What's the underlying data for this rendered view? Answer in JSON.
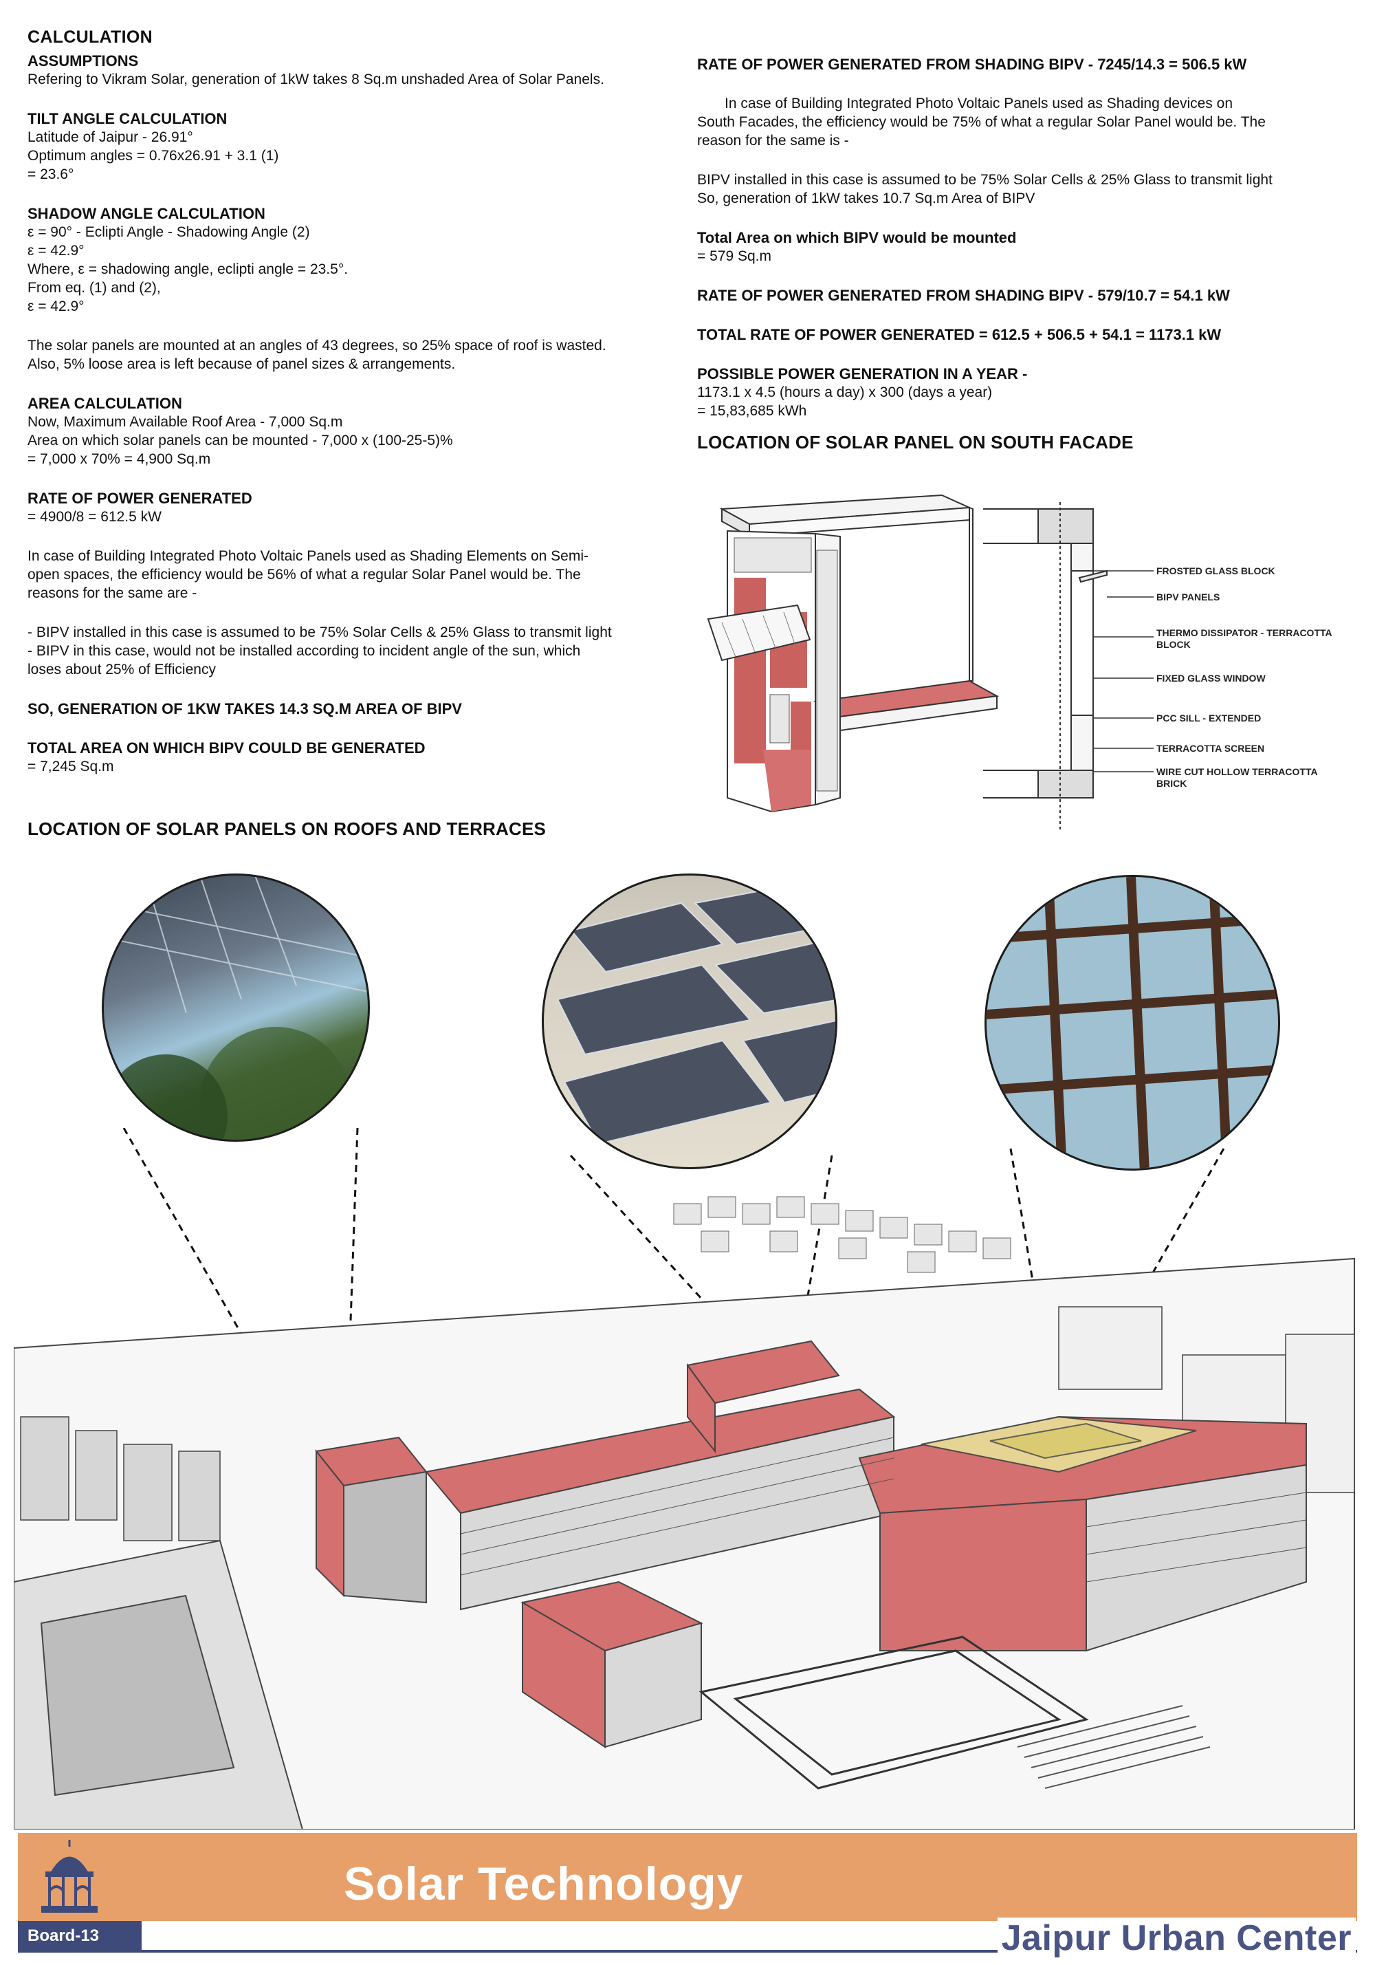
{
  "left": {
    "heading": "CALCULATION",
    "assumptions": {
      "title": "ASSUMPTIONS",
      "lines": [
        "Refering to Vikram Solar, generation of 1kW takes 8 Sq.m unshaded Area of Solar Panels."
      ]
    },
    "tilt": {
      "title": "TILT ANGLE CALCULATION",
      "lines": [
        "Latitude of Jaipur - 26.91°",
        "Optimum angles = 0.76x26.91 + 3.1 (1)",
        "= 23.6°"
      ]
    },
    "shadow": {
      "title": "SHADOW ANGLE CALCULATION",
      "lines": [
        "ε = 90° - Eclipti Angle - Shadowing Angle (2)",
        "ε = 42.9°",
        "Where, ε = shadowing angle, eclipti angle = 23.5°.",
        "From eq. (1) and (2),",
        "ε = 42.9°"
      ]
    },
    "mounting": {
      "lines": [
        "The solar panels are mounted at an angles of 43 degrees, so 25% space of roof is wasted.",
        "Also, 5% loose area is left because of panel sizes & arrangements."
      ]
    },
    "area": {
      "title": "AREA CALCULATION",
      "lines": [
        "Now, Maximum Available Roof Area - 7,000 Sq.m",
        "Area on which solar panels can be mounted - 7,000 x (100-25-5)%",
        "= 7,000 x 70% = 4,900 Sq.m"
      ]
    },
    "rate": {
      "title": "RATE OF POWER GENERATED",
      "lines": [
        "= 4900/8 = 612.5 kW"
      ]
    },
    "bipv_semi": {
      "lines": [
        "In case of Building Integrated Photo Voltaic Panels used as Shading Elements on Semi-",
        "open spaces, the efficiency would be 56% of what a regular Solar Panel would be. The",
        "reasons for the same are -"
      ]
    },
    "bipv_reasons": {
      "lines": [
        "- BIPV installed in this case is assumed to be 75% Solar Cells & 25% Glass to transmit light",
        "- BIPV in this case, would not be installed according to incident angle of the sun, which",
        "loses about 25% of Efficiency"
      ]
    },
    "generation": {
      "title": "SO, GENERATION OF 1KW TAKES 14.3 SQ.M AREA OF BIPV"
    },
    "total_area": {
      "title": "TOTAL AREA ON WHICH BIPV COULD BE GENERATED",
      "lines": [
        "= 7,245 Sq.m"
      ]
    }
  },
  "right": {
    "rate_shading_1": {
      "title": "RATE OF POWER GENERATED FROM SHADING BIPV - 7245/14.3 = 506.5 kW"
    },
    "facade_case": {
      "lines": [
        "In case of Building Integrated Photo Voltaic Panels used as Shading devices on",
        "South Facades, the efficiency would be 75% of what a regular Solar Panel would be. The",
        "reason for the same is -"
      ]
    },
    "facade_reason": {
      "lines": [
        "BIPV installed in this case is assumed to be 75% Solar Cells & 25% Glass to transmit light",
        "So, generation of 1kW takes 10.7 Sq.m Area of BIPV"
      ]
    },
    "facade_area": {
      "title": "Total Area on which BIPV would be mounted",
      "lines": [
        "= 579 Sq.m"
      ]
    },
    "rate_shading_2": {
      "title": "RATE OF POWER GENERATED FROM SHADING BIPV - 579/10.7 = 54.1 kW"
    },
    "total_rate": {
      "title": "TOTAL RATE OF POWER GENERATED = 612.5 + 506.5 + 54.1 = 1173.1 kW"
    },
    "yearly": {
      "title": "POSSIBLE POWER GENERATION IN A YEAR -",
      "lines": [
        "1173.1 x 4.5 (hours a day) x 300 (days a year)",
        "= 15,83,685 kWh"
      ]
    }
  },
  "facade_section": {
    "title": "LOCATION OF SOLAR PANEL ON SOUTH FACADE",
    "labels": [
      "FROSTED GLASS BLOCK",
      "BIPV PANELS",
      "THERMO DISSIPATOR - TERRACOTTA",
      "BLOCK",
      "FIXED GLASS WINDOW",
      "PCC SILL - EXTENDED",
      "TERRACOTTA SCREEN",
      "WIRE CUT HOLLOW TERRACOTTA",
      "BRICK"
    ]
  },
  "roof_section": {
    "title": "LOCATION OF SOLAR PANELS ON ROOFS AND TERRACES"
  },
  "footer": {
    "title": "Solar Technology",
    "board": "Board-13",
    "project": "Jaipur Urban Center"
  },
  "colors": {
    "terracotta_roof": "#d4706f",
    "solar_highlight": "#e9df9a",
    "footer_band": "#e8a06a",
    "footer_navy": "#3e4a7a"
  }
}
